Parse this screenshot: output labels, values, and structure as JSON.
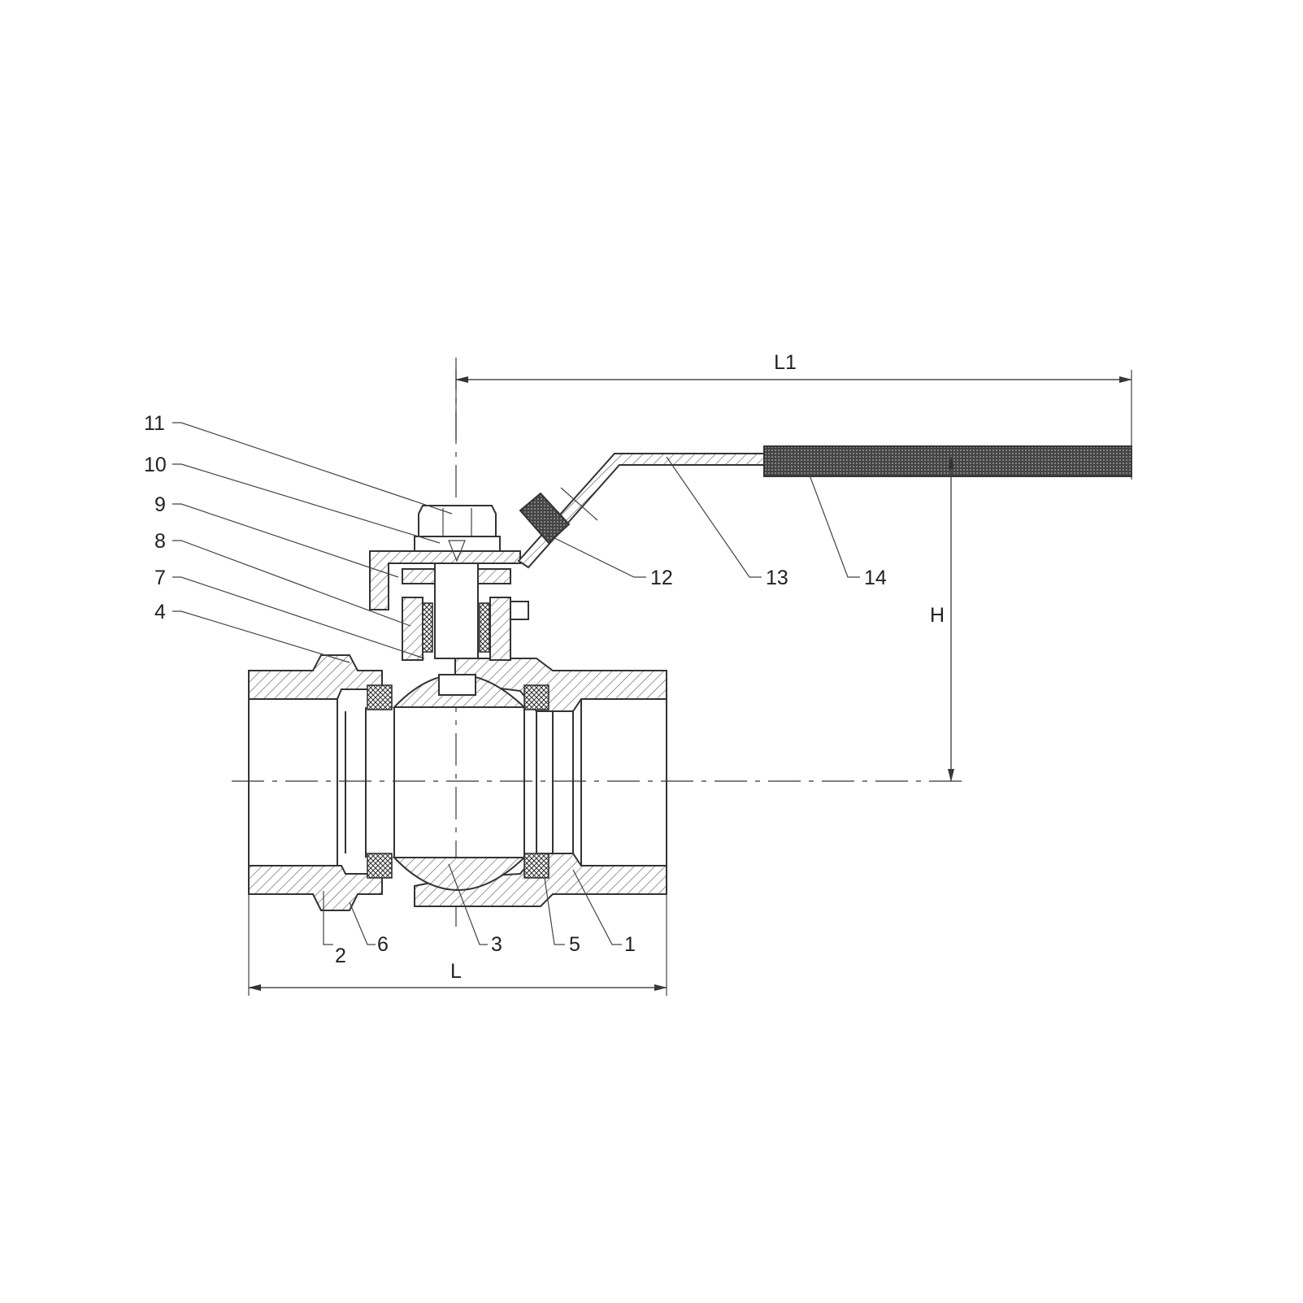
{
  "callouts": {
    "c1": "1",
    "c2": "2",
    "c3": "3",
    "c4": "4",
    "c5": "5",
    "c6": "6",
    "c7": "7",
    "c8": "8",
    "c9": "9",
    "c10": "10",
    "c11": "11",
    "c12": "12",
    "c13": "13",
    "c14": "14"
  },
  "dimensions": {
    "overall_length": "L",
    "handle_length": "L1",
    "height": "H"
  }
}
